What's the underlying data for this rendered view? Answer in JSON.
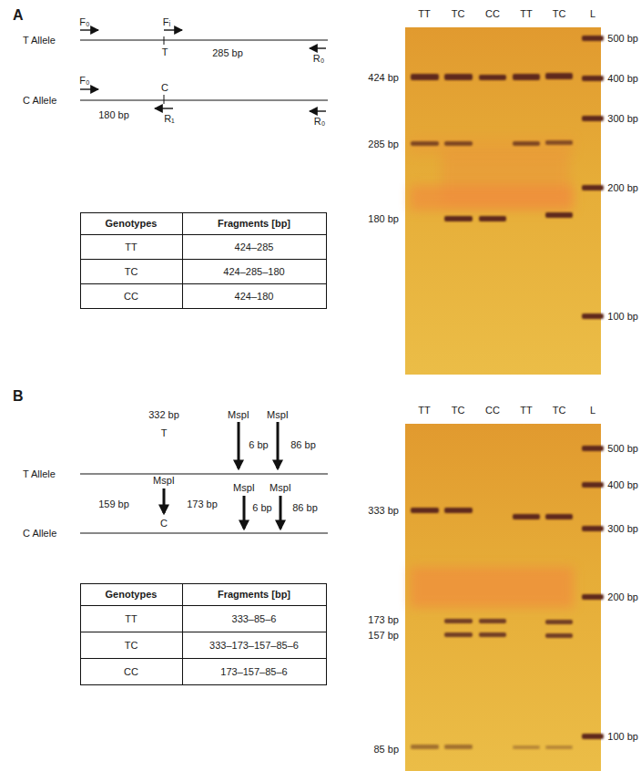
{
  "diagram": {
    "labels": [
      "A",
      "F₀",
      "Fᵢ",
      "T",
      "285 bp",
      "R₀",
      "T Allele",
      "F₀",
      "C",
      "C Allele",
      "180 bp",
      "R₁",
      "R₀",
      "Genotypes",
      "Fragments [bp]",
      "TT",
      "424–285",
      "TC",
      "424–285–180",
      "CC",
      "424–180",
      "TT",
      "TC",
      "CC",
      "TT",
      "TC",
      "L",
      "424 bp",
      "285 bp",
      "180 bp",
      "500 bp",
      "400 bp",
      "300 bp",
      "200 bp",
      "100 bp",
      "B",
      "332 bp",
      "T",
      "MspI",
      "MspI",
      "6 bp",
      "86 bp",
      "T Allele",
      "MspI",
      "159 bp",
      "C",
      "173 bp",
      "MspI",
      "MspI",
      "6 bp",
      "86 bp",
      "C Allele",
      "Genotypes",
      "Fragments [bp]",
      "TT",
      "333–85–6",
      "TC",
      "333–173–157–85–6",
      "CC",
      "173–157–85–6",
      "TT",
      "TC",
      "CC",
      "TT",
      "TC",
      "L",
      "333 bp",
      "173 bp",
      "157 bp",
      "85 bp",
      "500 bp",
      "400 bp",
      "300 bp",
      "200 bp",
      "100 bp"
    ]
  }
}
